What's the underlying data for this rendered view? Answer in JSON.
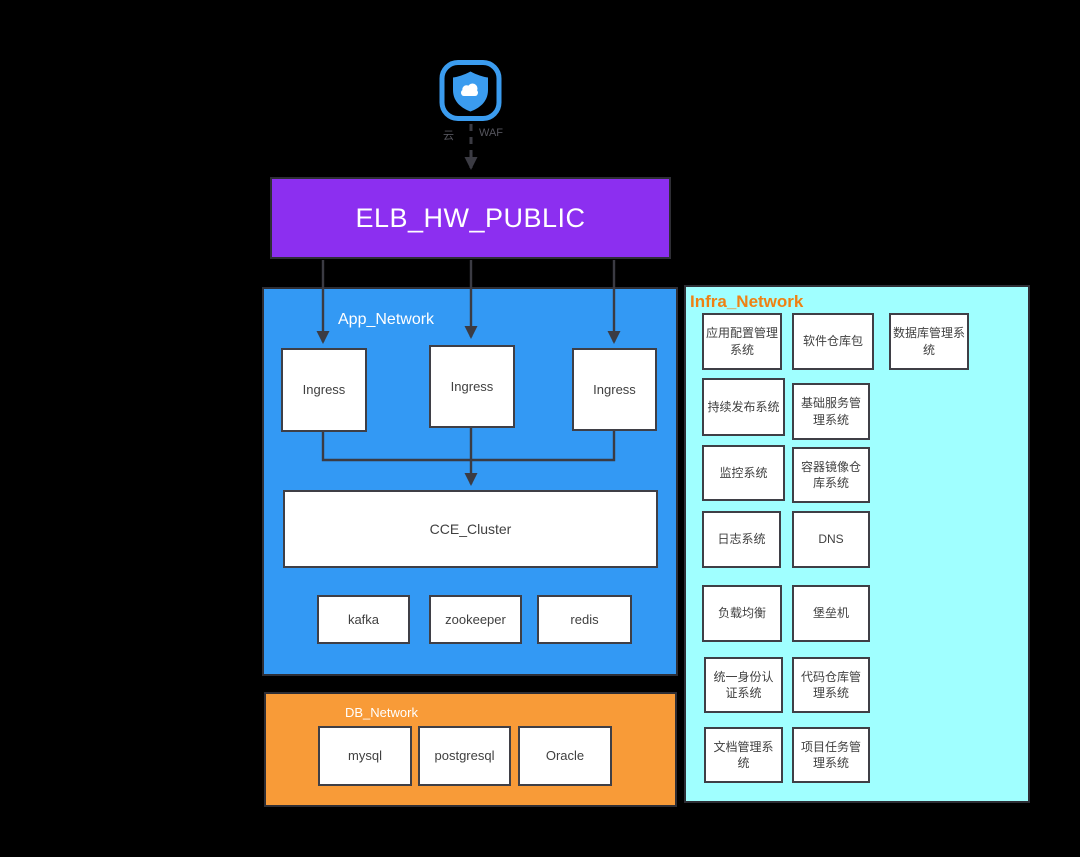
{
  "colors": {
    "background": "#000000",
    "line": "#3b3b43",
    "node_border": "#3f3f46",
    "node_text": "#404040",
    "elb_purple": "#8c2ff0",
    "app_blue": "#3399f4",
    "db_orange": "#f89b38",
    "infra_cyan": "#a0ffff",
    "infra_label_orange": "#ef8113",
    "icon_blue": "#3b9cef",
    "waf_label_gray": "#55555d"
  },
  "waf": {
    "cloud_label": "云",
    "name_label": "WAF"
  },
  "elb": {
    "label": "ELB_HW_PUBLIC"
  },
  "app_network": {
    "label": "App_Network",
    "ingress_nodes": [
      "Ingress",
      "Ingress",
      "Ingress"
    ],
    "cluster_label": "CCE_Cluster",
    "middleware_nodes": [
      "kafka",
      "zookeeper",
      "redis"
    ]
  },
  "db_network": {
    "label": "DB_Network",
    "database_nodes": [
      "mysql",
      "postgresql",
      "Oracle"
    ]
  },
  "infra_network": {
    "label": "Infra_Network",
    "system_nodes": [
      "应用配置管理系统",
      "软件仓库包",
      "数据库管理系统",
      "持续发布系统",
      "基础服务管理系统",
      "监控系统",
      "容器镜像仓库系统",
      "日志系统",
      "DNS",
      "负载均衡",
      "堡垒机",
      "统一身份认证系统",
      "代码仓库管理系统",
      "文档管理系统",
      "项目任务管理系统"
    ]
  }
}
